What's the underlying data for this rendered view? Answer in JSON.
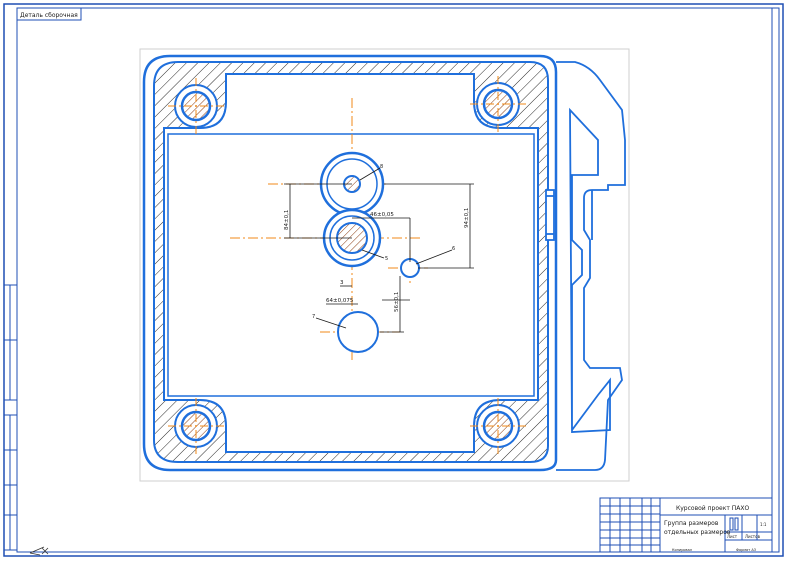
{
  "drawing": {
    "stamp_label": "Деталь сборочная"
  },
  "title_block": {
    "doc_code": "Курсовой проект ПАХО",
    "title_line1": "Группа размеров",
    "title_line2": "отдельных размеров",
    "sheet_label": "Лист",
    "sheets_label": "Листов",
    "scale_value": "1:1",
    "copied_label": "Копировал",
    "format_label": "Формат A3"
  },
  "dimensions": {
    "d1": "84±0,1",
    "d2": "94±0,1",
    "d3": "46±0,05",
    "d4": "56±0,1",
    "d5": "64±0,075",
    "d6": "3"
  },
  "leaders": {
    "l1": "8",
    "l2": "5",
    "l3": "6",
    "l4": "7"
  },
  "colors": {
    "outline": "#1f6fdc",
    "centerline": "#f08a1a",
    "hatch": "#2a2a2a",
    "section_fill": "#d9773a",
    "frame": "#1f4fb4"
  }
}
